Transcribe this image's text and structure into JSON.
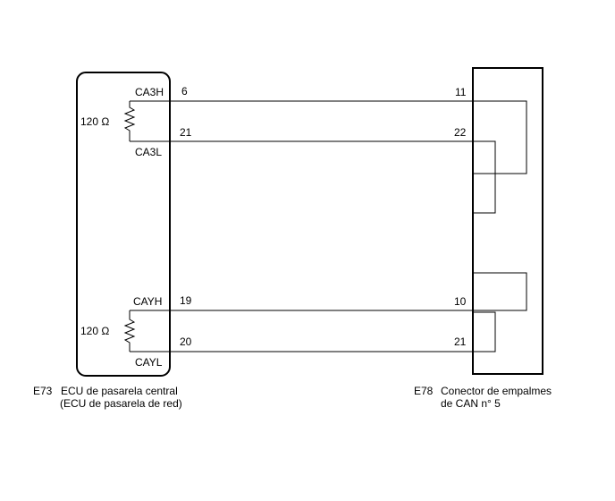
{
  "ecu": {
    "code": "E73",
    "name_line1": "ECU de pasarela central",
    "name_line2": "(ECU de pasarela de red)",
    "resistor_top": "120 Ω",
    "resistor_bottom": "120 Ω",
    "pins": {
      "ca3h": {
        "label": "CA3H",
        "num": "6"
      },
      "ca3l": {
        "label": "CA3L",
        "num": "21"
      },
      "cayh": {
        "label": "CAYH",
        "num": "19"
      },
      "cayl": {
        "label": "CAYL",
        "num": "20"
      }
    }
  },
  "connector": {
    "code": "E78",
    "name_line1": "Conector de empalmes",
    "name_line2": "de CAN n° 5",
    "pins": {
      "p11": "11",
      "p22": "22",
      "p10": "10",
      "p21": "21"
    }
  }
}
